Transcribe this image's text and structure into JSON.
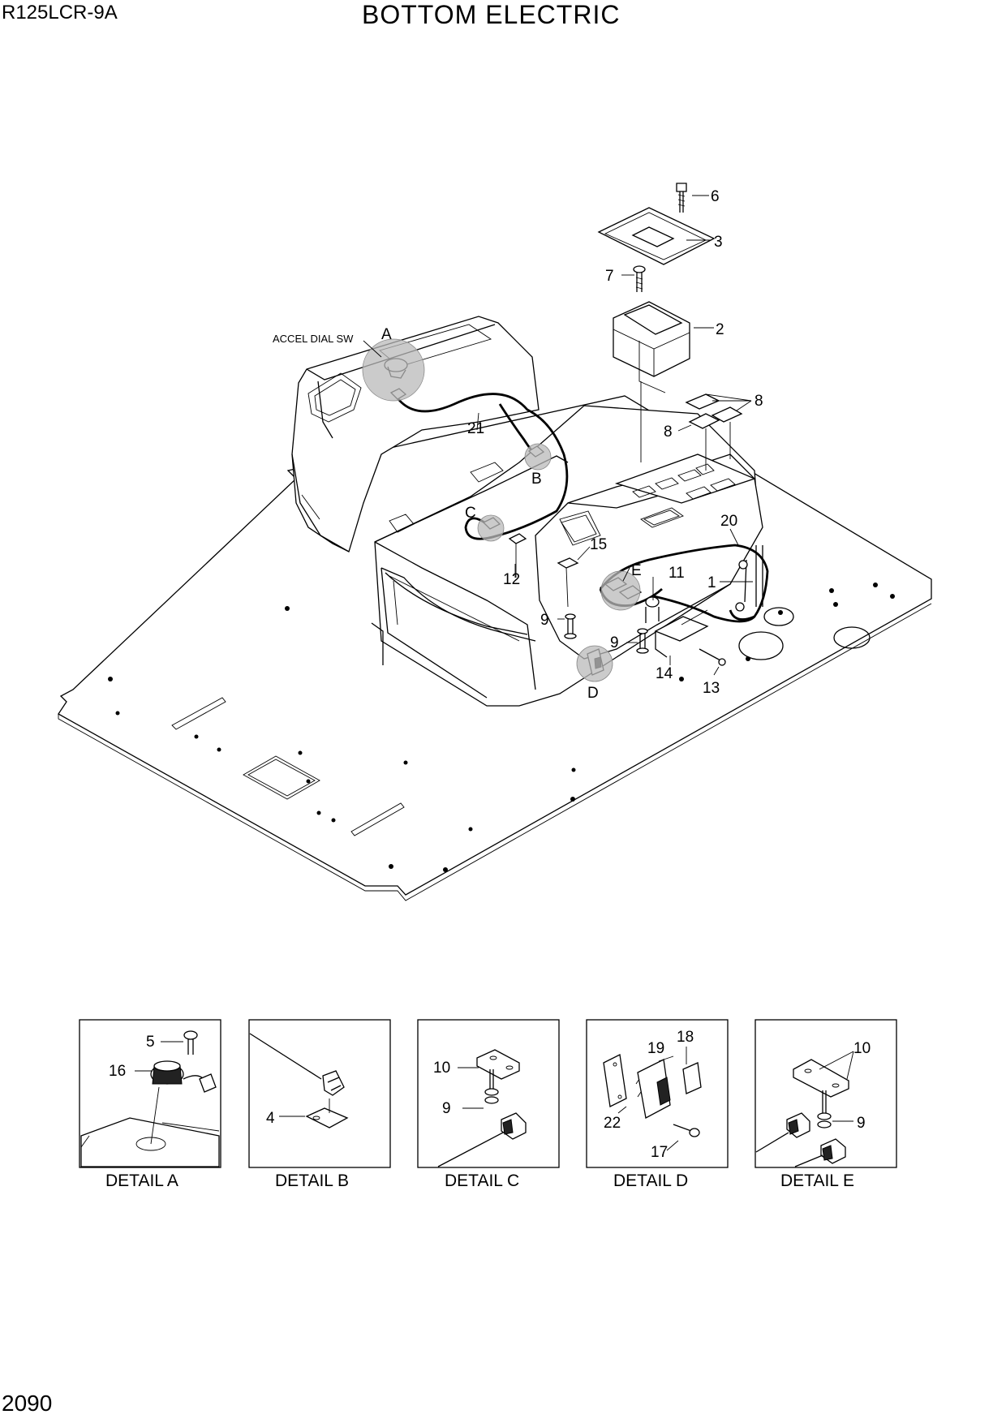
{
  "header": {
    "model": "R125LCR-9A",
    "title": "BOTTOM ELECTRIC"
  },
  "footer": {
    "page_number": "2090"
  },
  "main_diagram": {
    "callout_text": "ACCEL DIAL SW",
    "detail_markers": [
      "A",
      "B",
      "C",
      "D",
      "E"
    ],
    "part_labels": {
      "p1": "1",
      "p2": "2",
      "p3": "3",
      "p6": "6",
      "p7": "7",
      "p8a": "8",
      "p8b": "8",
      "p9a": "9",
      "p9b": "9",
      "p11": "11",
      "p12": "12",
      "p13": "13",
      "p14": "14",
      "p15": "15",
      "p20": "20",
      "p21": "21"
    }
  },
  "details": [
    {
      "caption": "DETAIL A",
      "labels": [
        "5",
        "16"
      ]
    },
    {
      "caption": "DETAIL B",
      "labels": [
        "4"
      ]
    },
    {
      "caption": "DETAIL C",
      "labels": [
        "10",
        "9"
      ]
    },
    {
      "caption": "DETAIL D",
      "labels": [
        "18",
        "19",
        "22",
        "17"
      ]
    },
    {
      "caption": "DETAIL E",
      "labels": [
        "10",
        "9"
      ]
    }
  ]
}
